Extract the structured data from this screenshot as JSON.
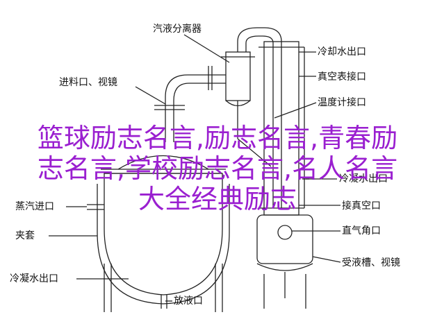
{
  "labels": {
    "separator": "汽液分离器",
    "feed_inlet": "进料口、视镜",
    "cooling_water_inlet": "冷却水出口",
    "vacuum_gauge": "真空表接口",
    "thermometer": "温度计接口",
    "steam_inlet": "蒸汽进口",
    "vacuum_port": "接真空口",
    "jacket": "夹套",
    "elbow_valve": "直气角口",
    "receiver": "受液槽、视镜",
    "cond_water_outlet": "冷凝水出口",
    "discharge": "放液口",
    "extra_port": "冷凝水出口"
  },
  "overlay": {
    "line1": "篮球励志名言,励志名言,青春励",
    "line2": "志名言,学校励志名言,名人名言",
    "line3": "大全经典励志",
    "color": "#9a1fd0"
  },
  "colors": {
    "stroke": "#222222"
  }
}
